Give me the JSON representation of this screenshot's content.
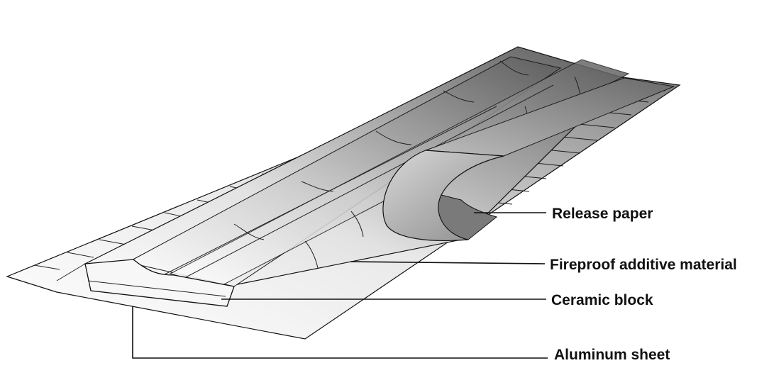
{
  "labels": {
    "release_paper": "Release paper",
    "fireproof_material": "Fireproof additive material",
    "ceramic_block": "Ceramic block",
    "aluminum_sheet": "Aluminum sheet"
  },
  "colors": {
    "background": "#ffffff",
    "outline": "#111111",
    "shade_dark": "#5c5c5c",
    "shade_light": "#f4f4f4"
  }
}
